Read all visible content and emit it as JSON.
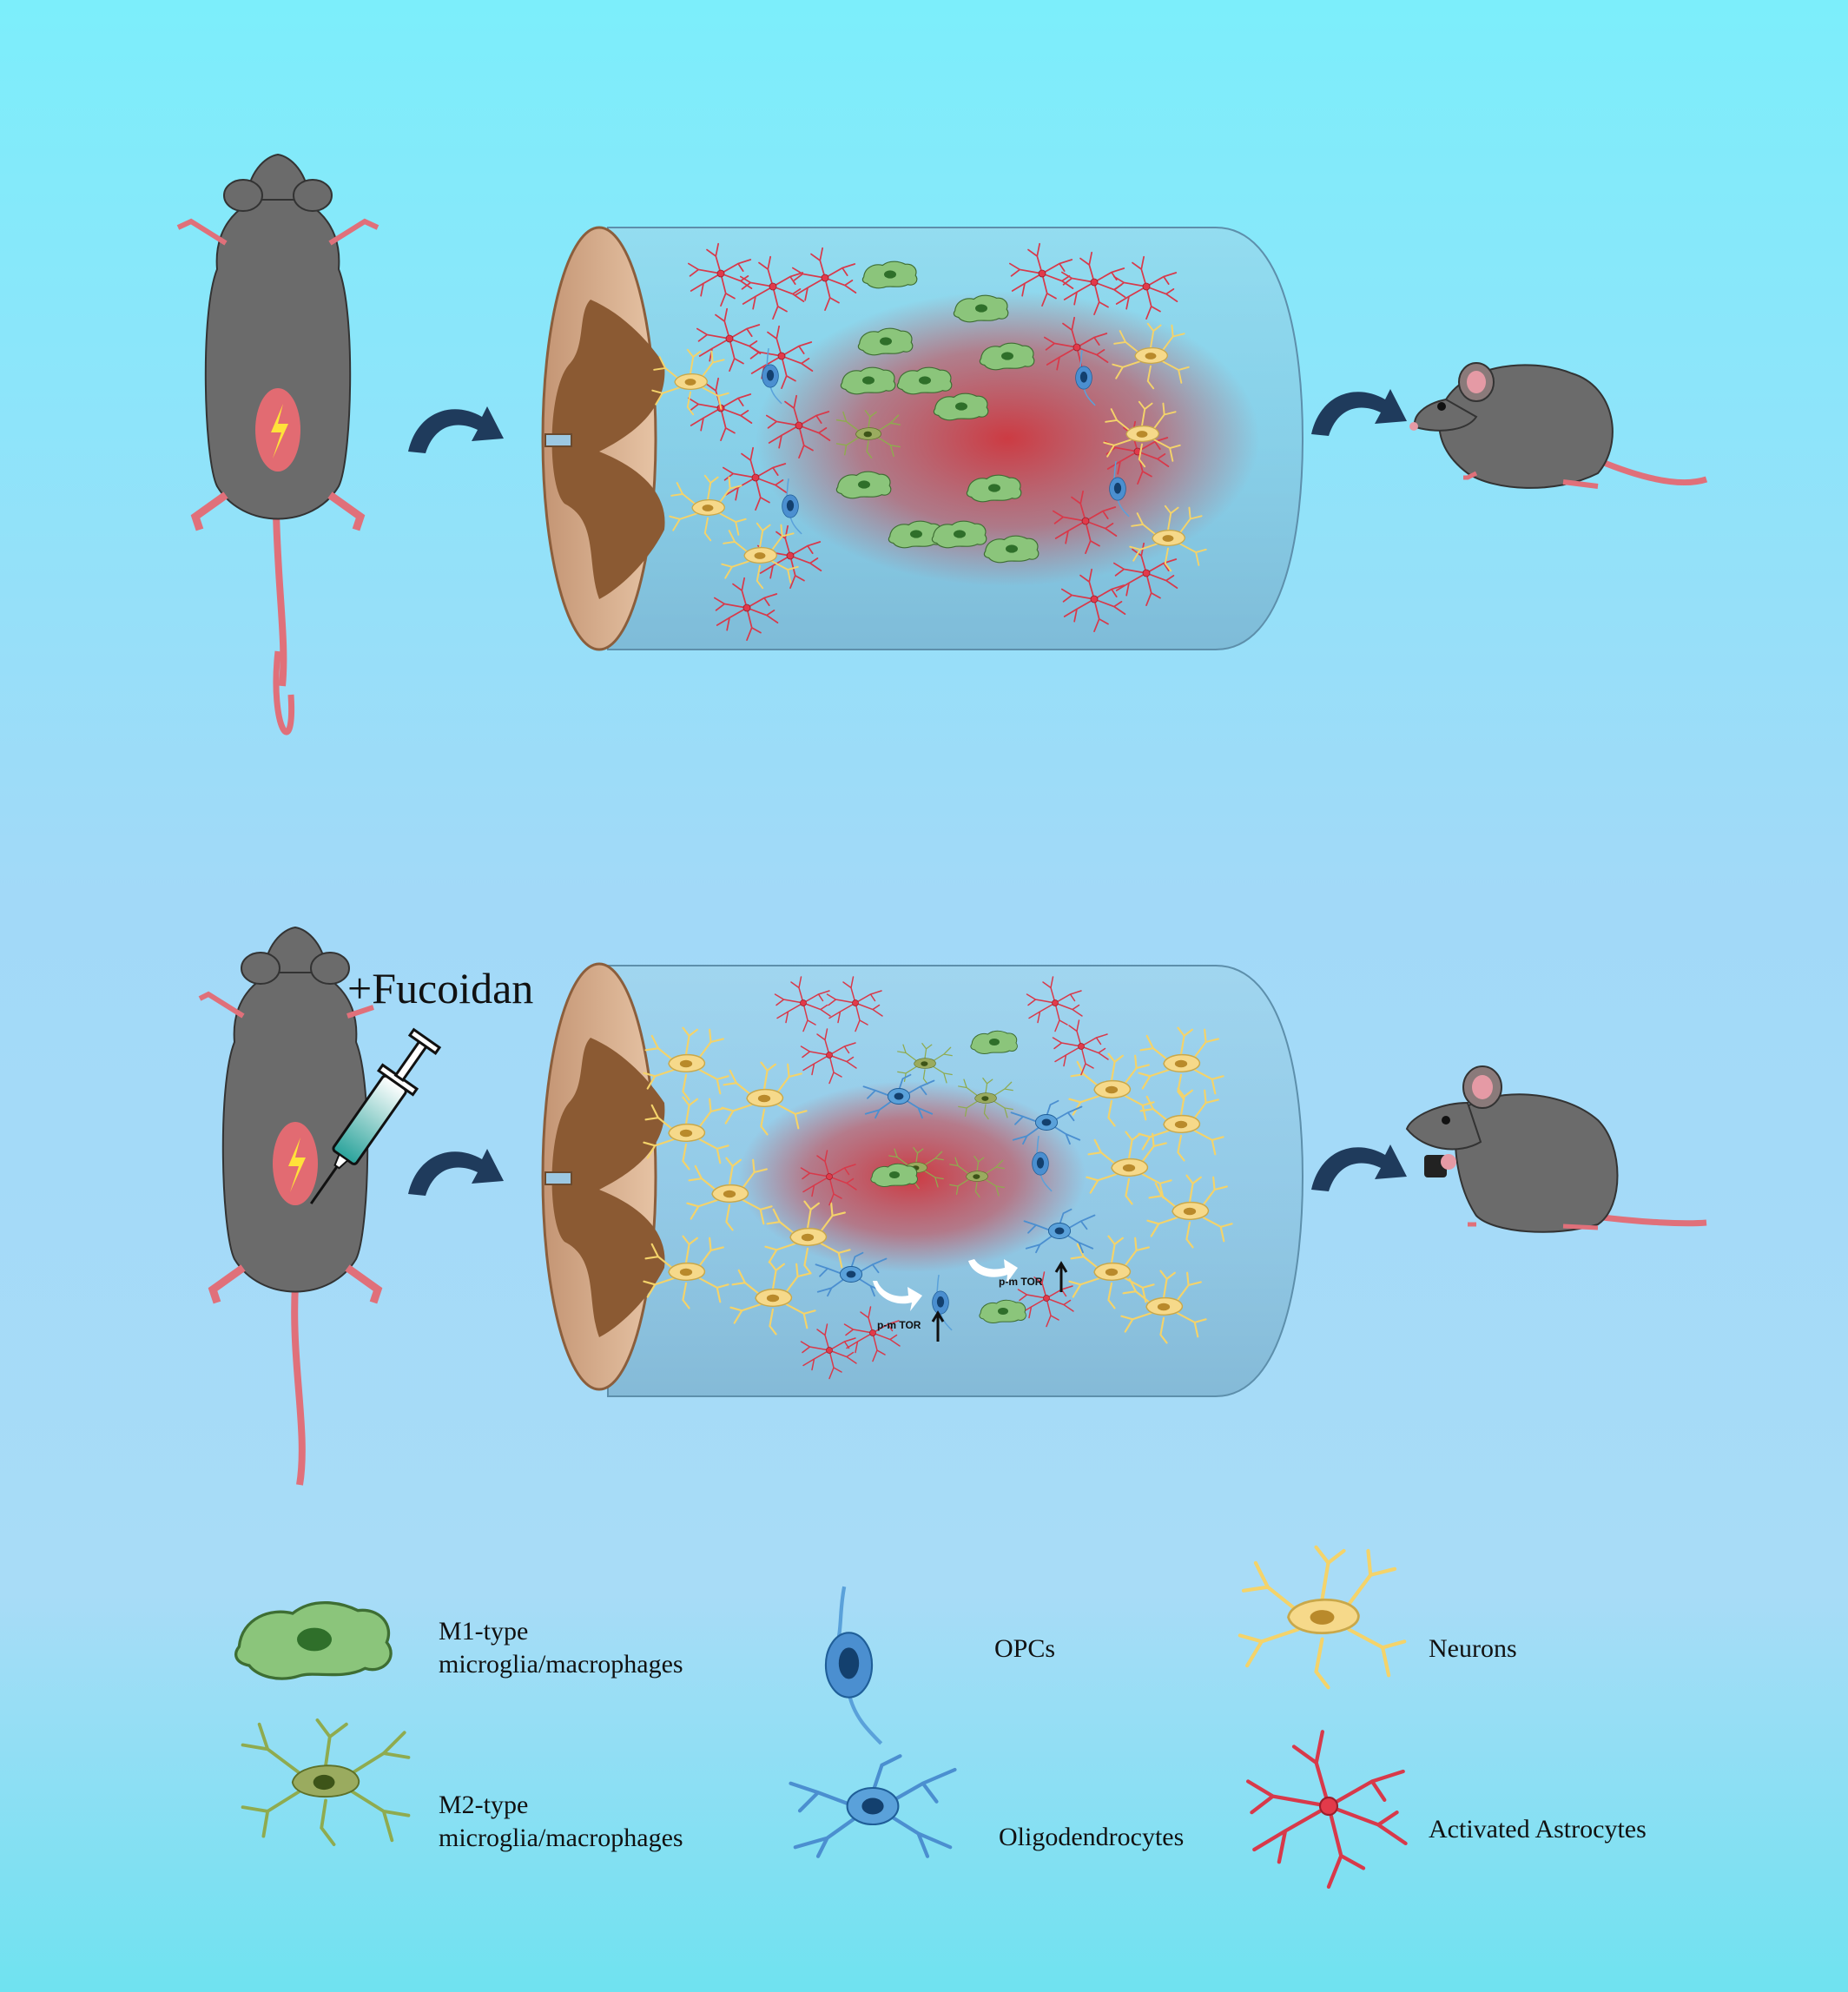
{
  "treatment": {
    "label": "+Fucoidan"
  },
  "annotations": {
    "pmtor_1": "p-m TOR",
    "pmtor_2": "p-m TOR"
  },
  "legend": {
    "m1": "M1-type\nmicroglia/macrophages",
    "m2": "M2-type\nmicroglia/macrophages",
    "opcs": "OPCs",
    "oligodendrocytes": "Oligodendrocytes",
    "neurons": "Neurons",
    "astrocytes": "Activated Astrocytes"
  },
  "colors": {
    "background_top": "#7fe9f9",
    "background_mid": "#a7dcf8",
    "arrow": "#1f3b5c",
    "mouse": "#6b6b6b",
    "lesion": "#c8353a",
    "m1": "#8bc57b",
    "m2": "#7a9a3f",
    "opc": "#3e86c8",
    "neuron": "#f4d36a",
    "astrocyte": "#d8394a"
  },
  "icons": [
    "injured-mouse-icon",
    "syringe-icon",
    "spinal-cord-cylinder-icon",
    "walking-mouse-icon",
    "eating-mouse-icon",
    "curved-arrow-icon"
  ]
}
